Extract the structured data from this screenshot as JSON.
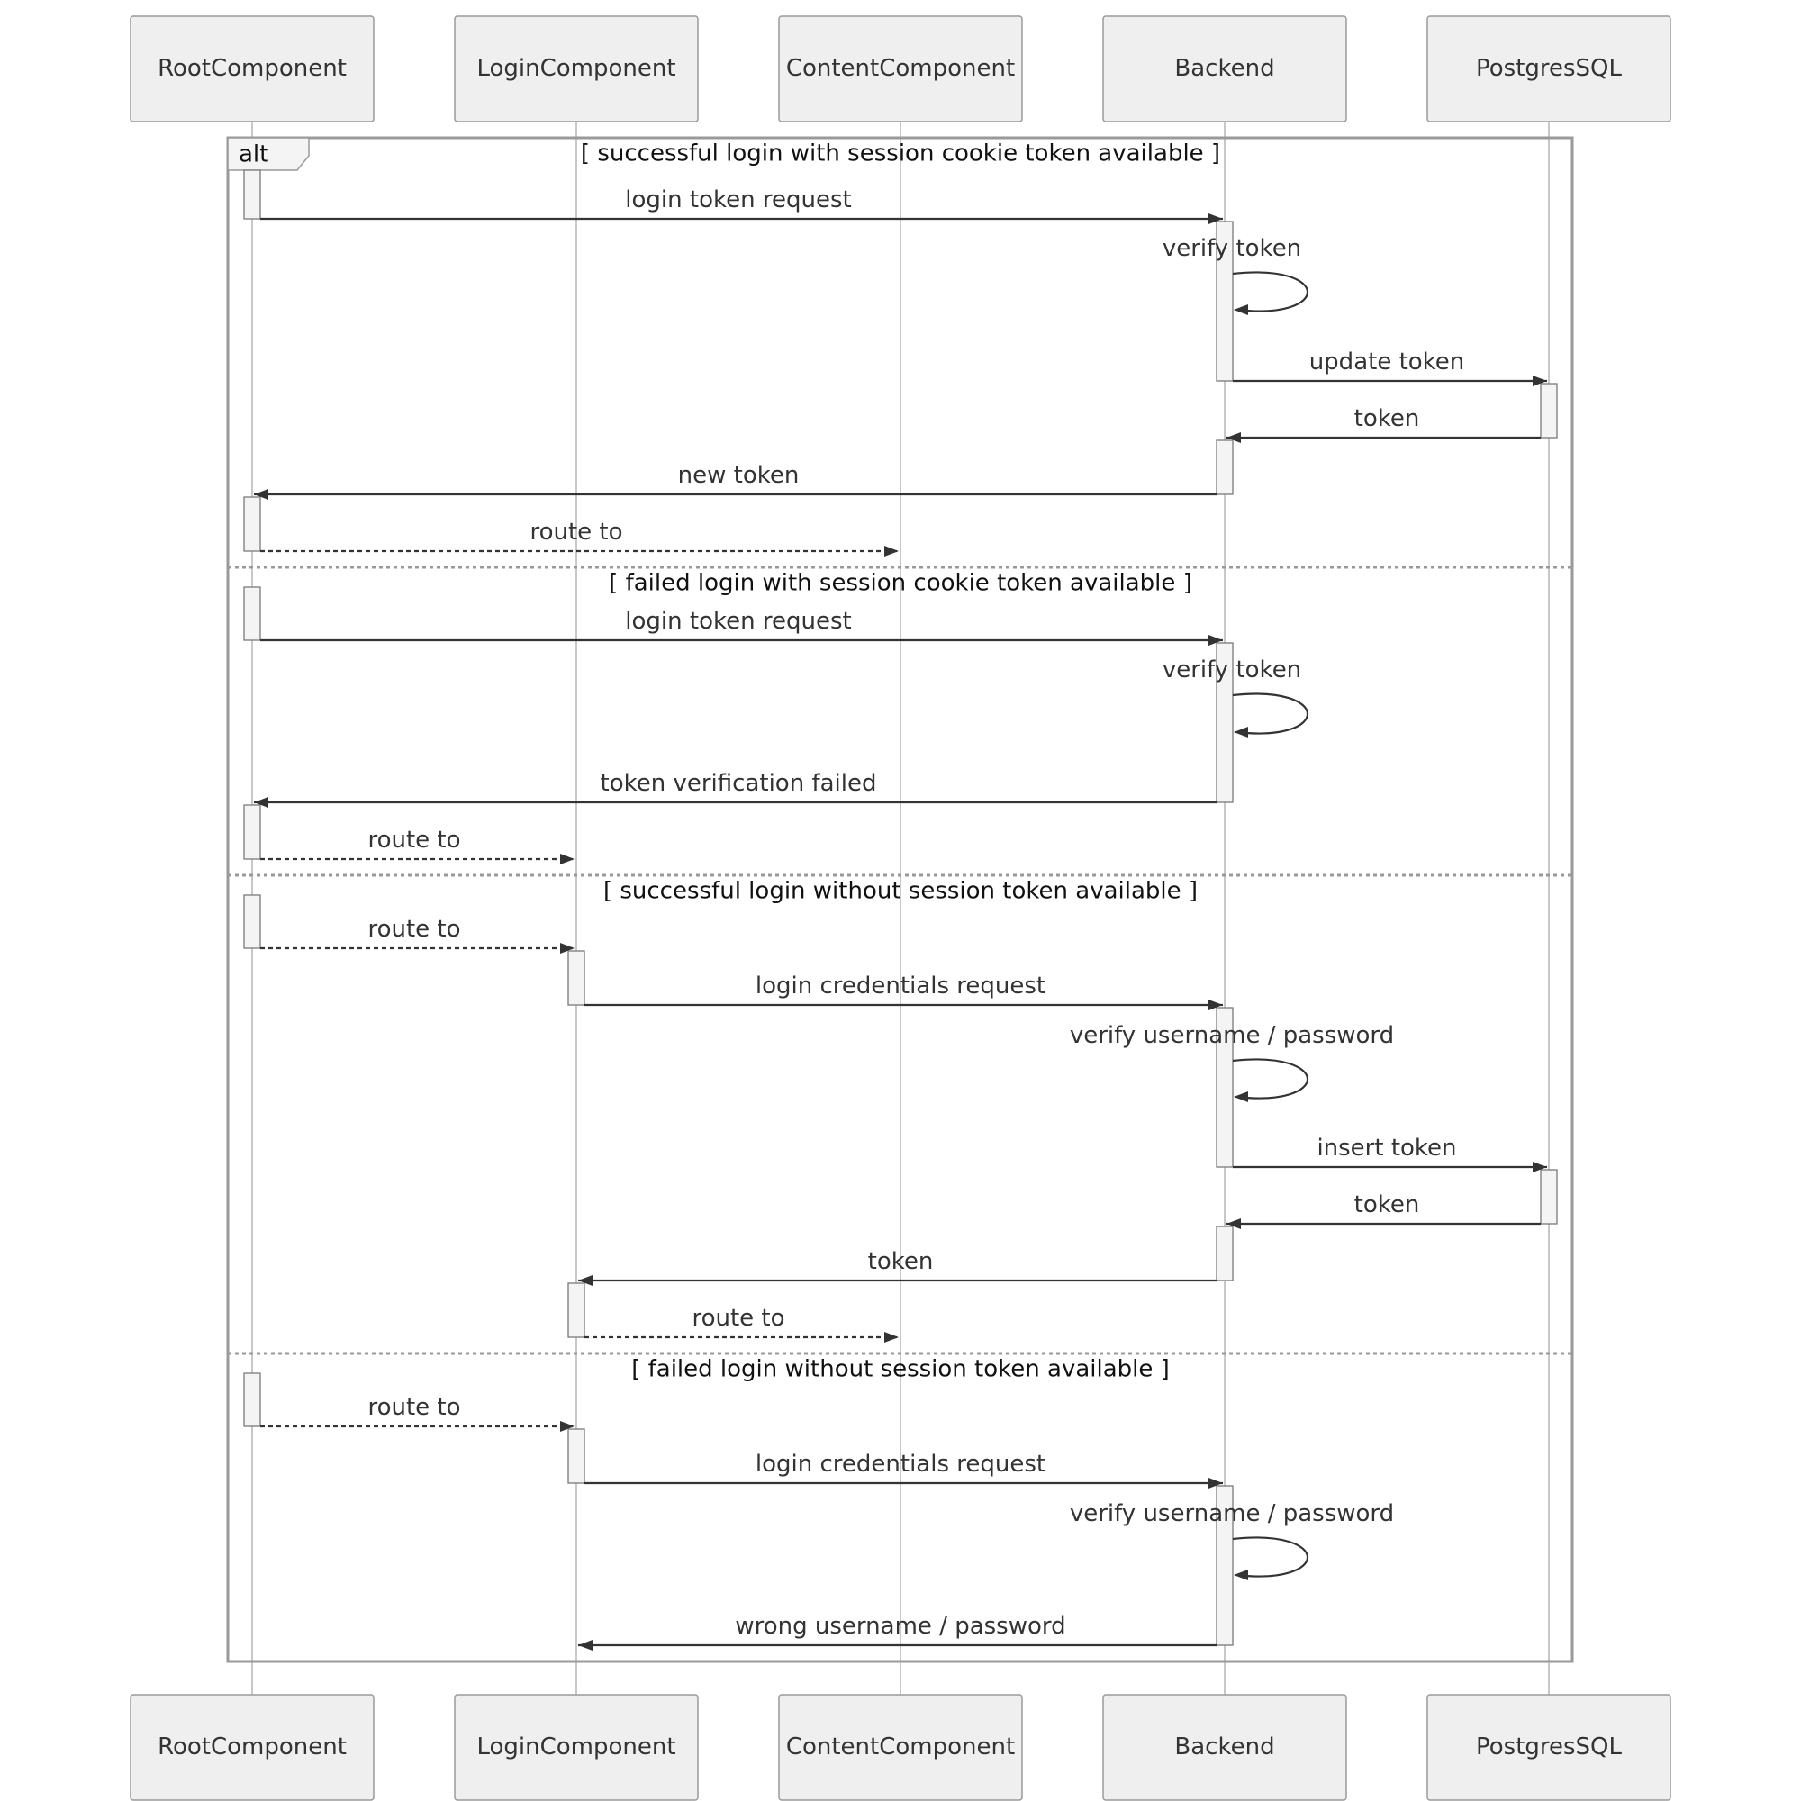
{
  "actors": [
    {
      "id": "root",
      "label": "RootComponent"
    },
    {
      "id": "login",
      "label": "LoginComponent"
    },
    {
      "id": "content",
      "label": "ContentComponent"
    },
    {
      "id": "backend",
      "label": "Backend"
    },
    {
      "id": "db",
      "label": "PostgresSQL"
    }
  ],
  "frame": {
    "operator": "alt",
    "sections": [
      {
        "condition": "[ successful login with session cookie token available ]",
        "messages": [
          {
            "from": "root",
            "to": "backend",
            "label": "login token request",
            "style": "solid"
          },
          {
            "from": "backend",
            "to": "backend",
            "label": "verify token",
            "style": "solid"
          },
          {
            "from": "backend",
            "to": "db",
            "label": "update token",
            "style": "solid"
          },
          {
            "from": "db",
            "to": "backend",
            "label": "token",
            "style": "solid"
          },
          {
            "from": "backend",
            "to": "root",
            "label": "new token",
            "style": "solid"
          },
          {
            "from": "root",
            "to": "content",
            "label": "route to",
            "style": "dashed"
          }
        ]
      },
      {
        "condition": "[ failed login with session cookie token available ]",
        "messages": [
          {
            "from": "root",
            "to": "backend",
            "label": "login token request",
            "style": "solid"
          },
          {
            "from": "backend",
            "to": "backend",
            "label": "verify token",
            "style": "solid"
          },
          {
            "from": "backend",
            "to": "root",
            "label": "token verification failed",
            "style": "solid"
          },
          {
            "from": "root",
            "to": "login",
            "label": "route to",
            "style": "dashed"
          }
        ]
      },
      {
        "condition": "[ successful login without session token available ]",
        "messages": [
          {
            "from": "root",
            "to": "login",
            "label": "route to",
            "style": "dashed"
          },
          {
            "from": "login",
            "to": "backend",
            "label": "login credentials request",
            "style": "solid"
          },
          {
            "from": "backend",
            "to": "backend",
            "label": "verify username / password",
            "style": "solid"
          },
          {
            "from": "backend",
            "to": "db",
            "label": "insert token",
            "style": "solid"
          },
          {
            "from": "db",
            "to": "backend",
            "label": "token",
            "style": "solid"
          },
          {
            "from": "backend",
            "to": "login",
            "label": "token",
            "style": "solid"
          },
          {
            "from": "login",
            "to": "content",
            "label": "route to",
            "style": "dashed"
          }
        ]
      },
      {
        "condition": "[ failed login without session token available ]",
        "messages": [
          {
            "from": "root",
            "to": "login",
            "label": "route to",
            "style": "dashed"
          },
          {
            "from": "login",
            "to": "backend",
            "label": "login credentials request",
            "style": "solid"
          },
          {
            "from": "backend",
            "to": "backend",
            "label": "verify username / password",
            "style": "solid"
          },
          {
            "from": "backend",
            "to": "login",
            "label": "wrong username / password",
            "style": "solid"
          }
        ]
      }
    ]
  }
}
